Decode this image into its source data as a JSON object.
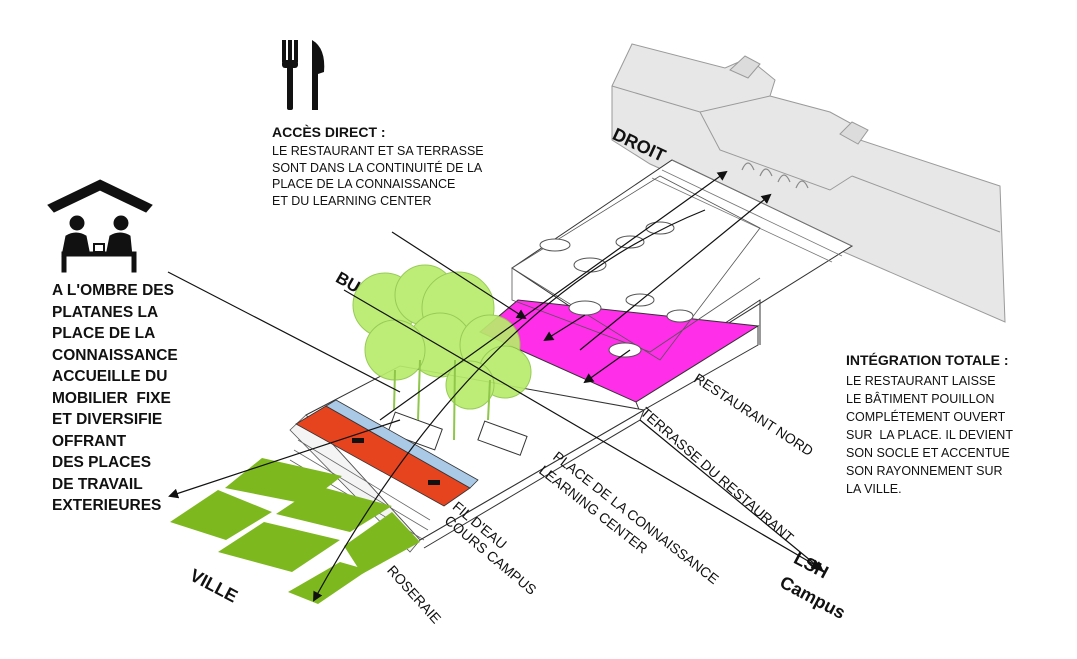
{
  "labels": {
    "droit": "DROIT",
    "bu": "BU",
    "ville": "VILLE",
    "lsh_line1": "LSH",
    "lsh_line2": "Campus",
    "restaurant_nord": "RESTAURANT NORD",
    "terrasse": "TERRASSE DU RESTAURANT",
    "place_line1": "PLACE DE LA CONNAISSANCE",
    "place_line2": "LEARNING CENTER",
    "fil_line1": "FIL D'EAU",
    "fil_line2": "COURS CAMPUS",
    "roseraie": "ROSERAIE"
  },
  "left_block": {
    "text": "A L'OMBRE DES\nPLATANES LA\nPLACE DE LA\nCONNAISSANCE\nACCUEILLE DU\nMOBILIER  FIXE\nET DIVERSIFIE\nOFFRANT\nDES PLACES\nDE TRAVAIL\nEXTERIEURES"
  },
  "acces": {
    "title": "ACCÈS DIRECT :",
    "body": "LE RESTAURANT ET SA TERRASSE\nSONT DANS LA CONTINUITÉ DE LA\nPLACE DE LA CONNAISSANCE\nET DU LEARNING CENTER"
  },
  "integration": {
    "title": "INTÉGRATION TOTALE :",
    "body": "LE RESTAURANT LAISSE\nLE BÂTIMENT POUILLON\nCOMPLÉTEMENT OUVERT\nSUR  LA PLACE. IL DEVIENT\nSON SOCLE ET ACCENTUE\nSON RAYONNEMENT SUR\nLA VILLE."
  },
  "colors": {
    "terrace_magenta": "#ff2ee8",
    "lawn_green": "#7db81f",
    "red_band": "#e6431f",
    "water_blue": "#a9c9e6",
    "tree_green": "#b9ec6c",
    "building_grey": "#e7e7e7"
  },
  "icons": [
    "fork-knife-icon",
    "people-working-icon"
  ]
}
